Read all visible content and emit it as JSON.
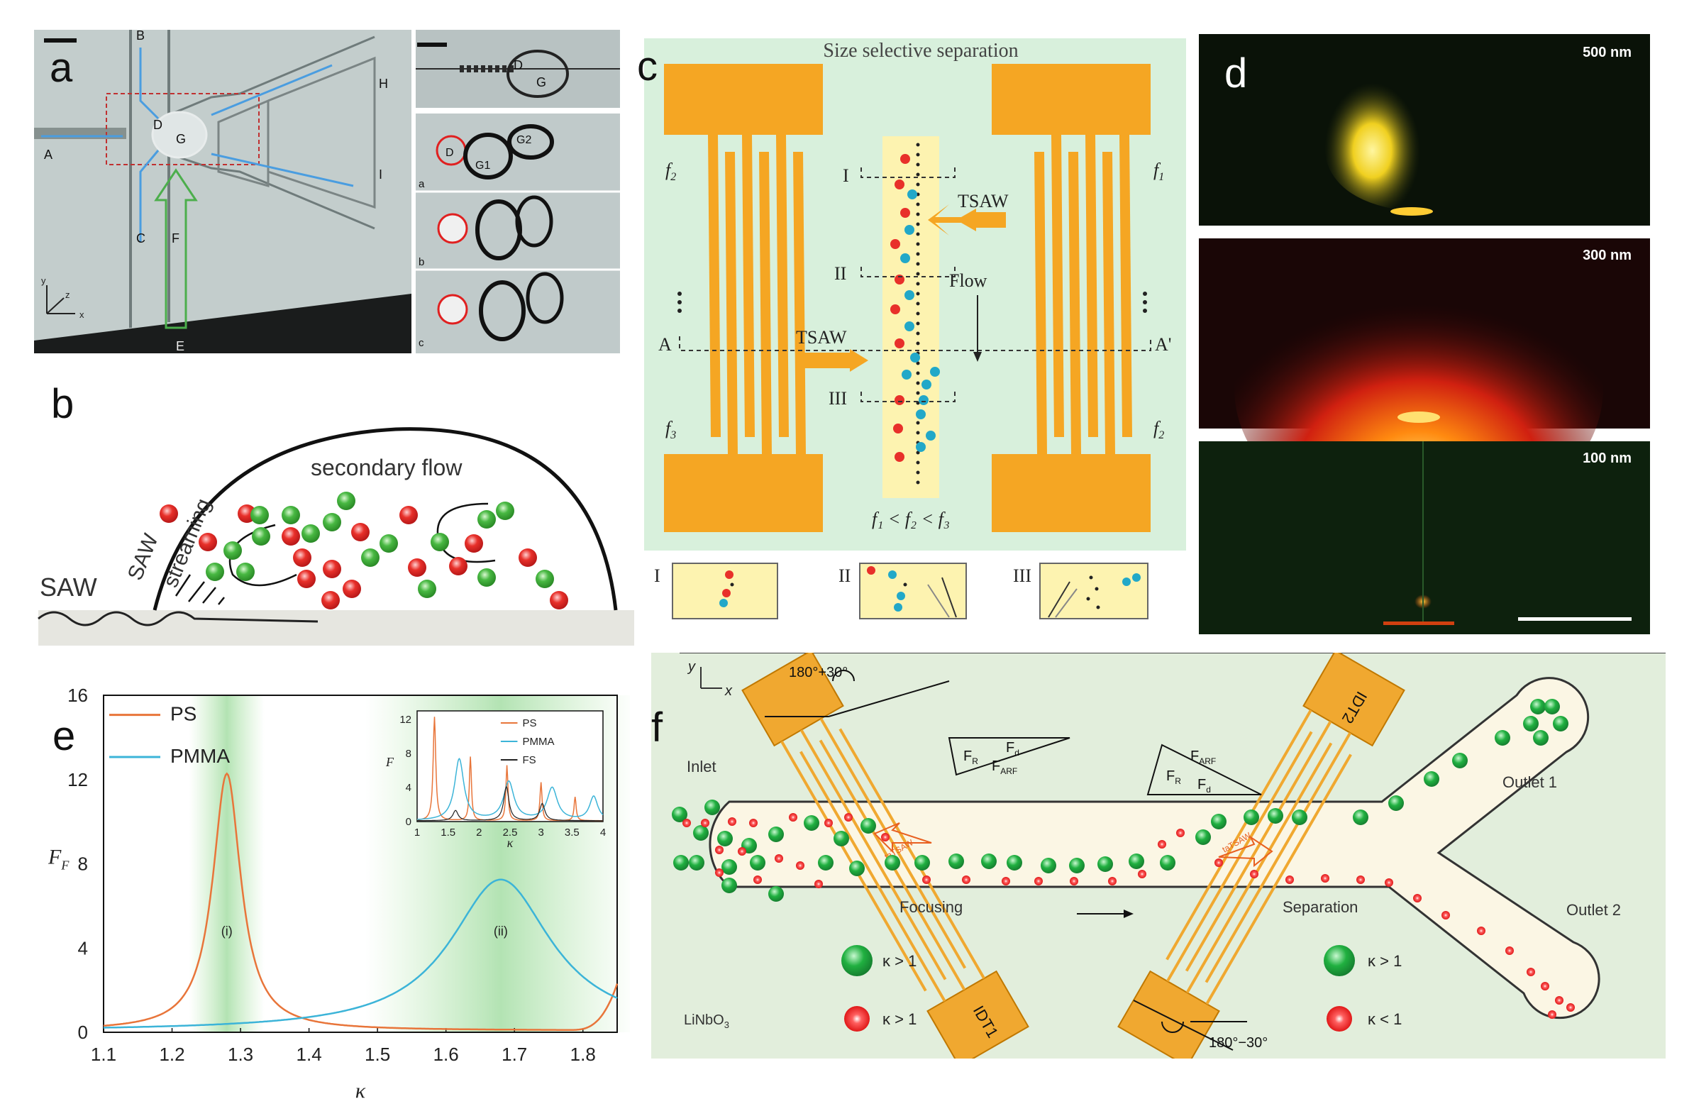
{
  "panel_a": {
    "letter": "a",
    "labels": {
      "A": "A",
      "B": "B",
      "C": "C",
      "D": "D",
      "E": "E",
      "F": "F",
      "G": "G",
      "H": "H",
      "I": "I"
    },
    "right": {
      "D": "D",
      "G": "G",
      "G1": "G1",
      "G2": "G2",
      "D2": "D",
      "row_a": "a",
      "row_b": "b",
      "row_c": "c"
    },
    "axes": {
      "x": "x",
      "y": "y",
      "z": "z"
    }
  },
  "panel_b": {
    "letter": "b",
    "secondary_flow": "secondary flow",
    "saw_streaming_1": "SAW",
    "saw_streaming_2": "streaming",
    "saw": "SAW",
    "colors": {
      "red": "#e8302a",
      "green": "#48b842"
    }
  },
  "panel_c": {
    "letter": "c",
    "title": "Size selective separation",
    "f2_left": "f",
    "f2_left_sub": "2",
    "f3_left": "f",
    "f3_left_sub": "3",
    "f1_right": "f",
    "f1_right_sub": "1",
    "f2_right": "f",
    "f2_right_sub": "2",
    "I": "I",
    "II": "II",
    "III": "III",
    "tsaw_top": "TSAW",
    "tsaw_mid": "TSAW",
    "flow": "Flow",
    "A": "A",
    "A_prime": "A'",
    "relation": "f₁ < f₂ < f₃",
    "inset_I": "I",
    "inset_II": "II",
    "inset_III": "III",
    "colors": {
      "electrode": "#f5a623",
      "bg": "#d8f0dc",
      "channel": "#fdf3b0",
      "red": "#e8302a",
      "cyan": "#22a8c8"
    }
  },
  "panel_d": {
    "letter": "d",
    "labels": [
      "500 nm",
      "300 nm",
      "100 nm"
    ]
  },
  "panel_e": {
    "letter": "e",
    "legend_ps": "PS",
    "legend_pmma": "PMMA",
    "ylabel": "F",
    "ylabel_sub": "F",
    "xlabel": "κ",
    "peak_i": "(i)",
    "peak_ii": "(ii)",
    "inset_legend": [
      "PS",
      "PMMA",
      "FS"
    ],
    "inset_ylabel": "F",
    "inset_xlabel": "κ",
    "chart_data": {
      "type": "line",
      "x_ticks": [
        "1.1",
        "1.2",
        "1.3",
        "1.4",
        "1.5",
        "1.6",
        "1.7",
        "1.8"
      ],
      "y_ticks": [
        "0",
        "4",
        "8",
        "12",
        "16"
      ],
      "xlim": [
        1.1,
        1.85
      ],
      "ylim": [
        0,
        16
      ],
      "series": [
        {
          "name": "PS",
          "color": "#e8753a",
          "peak_x": 1.28,
          "peak_y": 12.2,
          "width": 0.025
        },
        {
          "name": "PMMA",
          "color": "#3cb4d8",
          "peak_x": 1.68,
          "peak_y": 7.2,
          "width": 0.09
        }
      ],
      "inset": {
        "x_ticks": [
          "1",
          "1.5",
          "2",
          "2.5",
          "3",
          "3.5",
          "4"
        ],
        "y_ticks": [
          "0",
          "4",
          "8",
          "12"
        ],
        "xlim": [
          1,
          4
        ],
        "ylim": [
          0,
          13
        ]
      }
    }
  },
  "panel_f": {
    "letter": "f",
    "angle_top": "180°+30°",
    "angle_bottom": "180°−30°",
    "idt1": "IDT1",
    "idt2": "IDT2",
    "inlet": "Inlet",
    "outlet1": "Outlet 1",
    "outlet2": "Outlet 2",
    "focusing": "Focusing",
    "separation": "Separation",
    "tatsaw": "taTSAW",
    "fr": "F",
    "fr_sub": "R",
    "fd": "F",
    "fd_sub": "d",
    "farf": "F",
    "farf_sub": "ARF",
    "axis_y": "y",
    "axis_x": "x",
    "k_gt1_a": "κ > 1",
    "k_gt1_b": "κ > 1",
    "k_gt1_c": "κ > 1",
    "k_lt1": "κ < 1",
    "substrate": "LiNbO",
    "substrate_sub": "3"
  }
}
